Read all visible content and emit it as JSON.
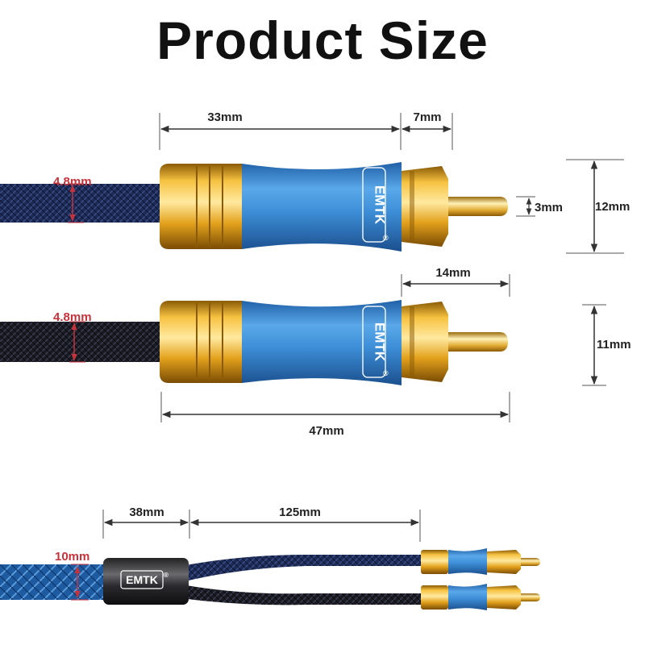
{
  "title": "Product Size",
  "brand": "EMTK",
  "registered": "®",
  "dimensions": {
    "plug_body_length": "33mm",
    "tip_length": "7mm",
    "cable_diameter_top": "4.8mm",
    "pin_diameter": "3mm",
    "plug_height_top": "12mm",
    "sleeve_pin_length": "14mm",
    "cable_diameter_bottom": "4.8mm",
    "plug_height_bottom": "11mm",
    "total_plug_length": "47mm",
    "splitter_length": "38mm",
    "split_cable_length": "125mm",
    "main_cable_diameter": "10mm"
  },
  "colors": {
    "gold": "#e0a419",
    "blue_body": "#3d8fd8",
    "cable_navy": "#1d2b55",
    "cable_black": "#1b1b22",
    "dimension_red": "#c8323a"
  }
}
